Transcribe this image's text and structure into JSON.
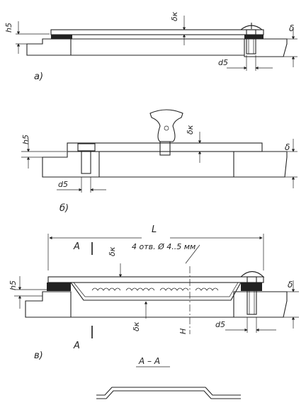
{
  "figure": {
    "views": [
      {
        "id": "a",
        "caption": "а)",
        "labels": {
          "h": "h5",
          "delta": "δ",
          "delta_k": "δк",
          "d": "d5"
        }
      },
      {
        "id": "b",
        "caption": "б)",
        "labels": {
          "h": "h5",
          "delta": "δ",
          "delta_k": "δк",
          "d": "d5"
        }
      },
      {
        "id": "c",
        "caption": "в)",
        "labels": {
          "h": "h5",
          "delta": "δ",
          "delta_k_top": "δк",
          "delta_k_bottom": "δк",
          "d": "d5",
          "L": "L",
          "H": "H",
          "holes": "4 отв. Ø 4..5 мм",
          "section_top": "A",
          "section_bottom": "A",
          "section_caption": "A – A"
        }
      }
    ],
    "colors": {
      "ink": "#222222",
      "paper": "#ffffff"
    }
  }
}
